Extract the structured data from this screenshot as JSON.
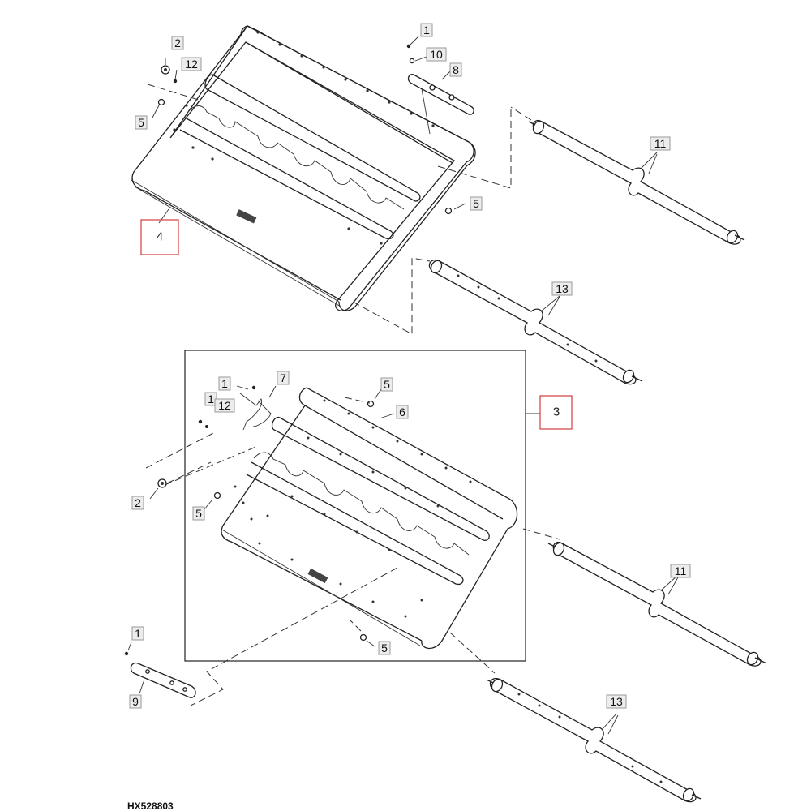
{
  "drawing_id": "HX528803",
  "callouts": {
    "c1a": "1",
    "c2a": "2",
    "c12a": "12",
    "c5a": "5",
    "c10": "10",
    "c8": "8",
    "c11a": "11",
    "c5b": "5",
    "c13a": "13",
    "c1b": "1",
    "c7": "7",
    "c1c": "1",
    "c12b": "12",
    "c5c": "5",
    "c6": "6",
    "c2b": "2",
    "c5d": "5",
    "c11b": "11",
    "c5e": "5",
    "c1d": "1",
    "c9": "9",
    "c13b": "13"
  },
  "highlighted": {
    "h4": "4",
    "h3": "3"
  },
  "colors": {
    "line": "#222222",
    "callout_fill": "#ececec",
    "highlight": "#d23c3c"
  }
}
